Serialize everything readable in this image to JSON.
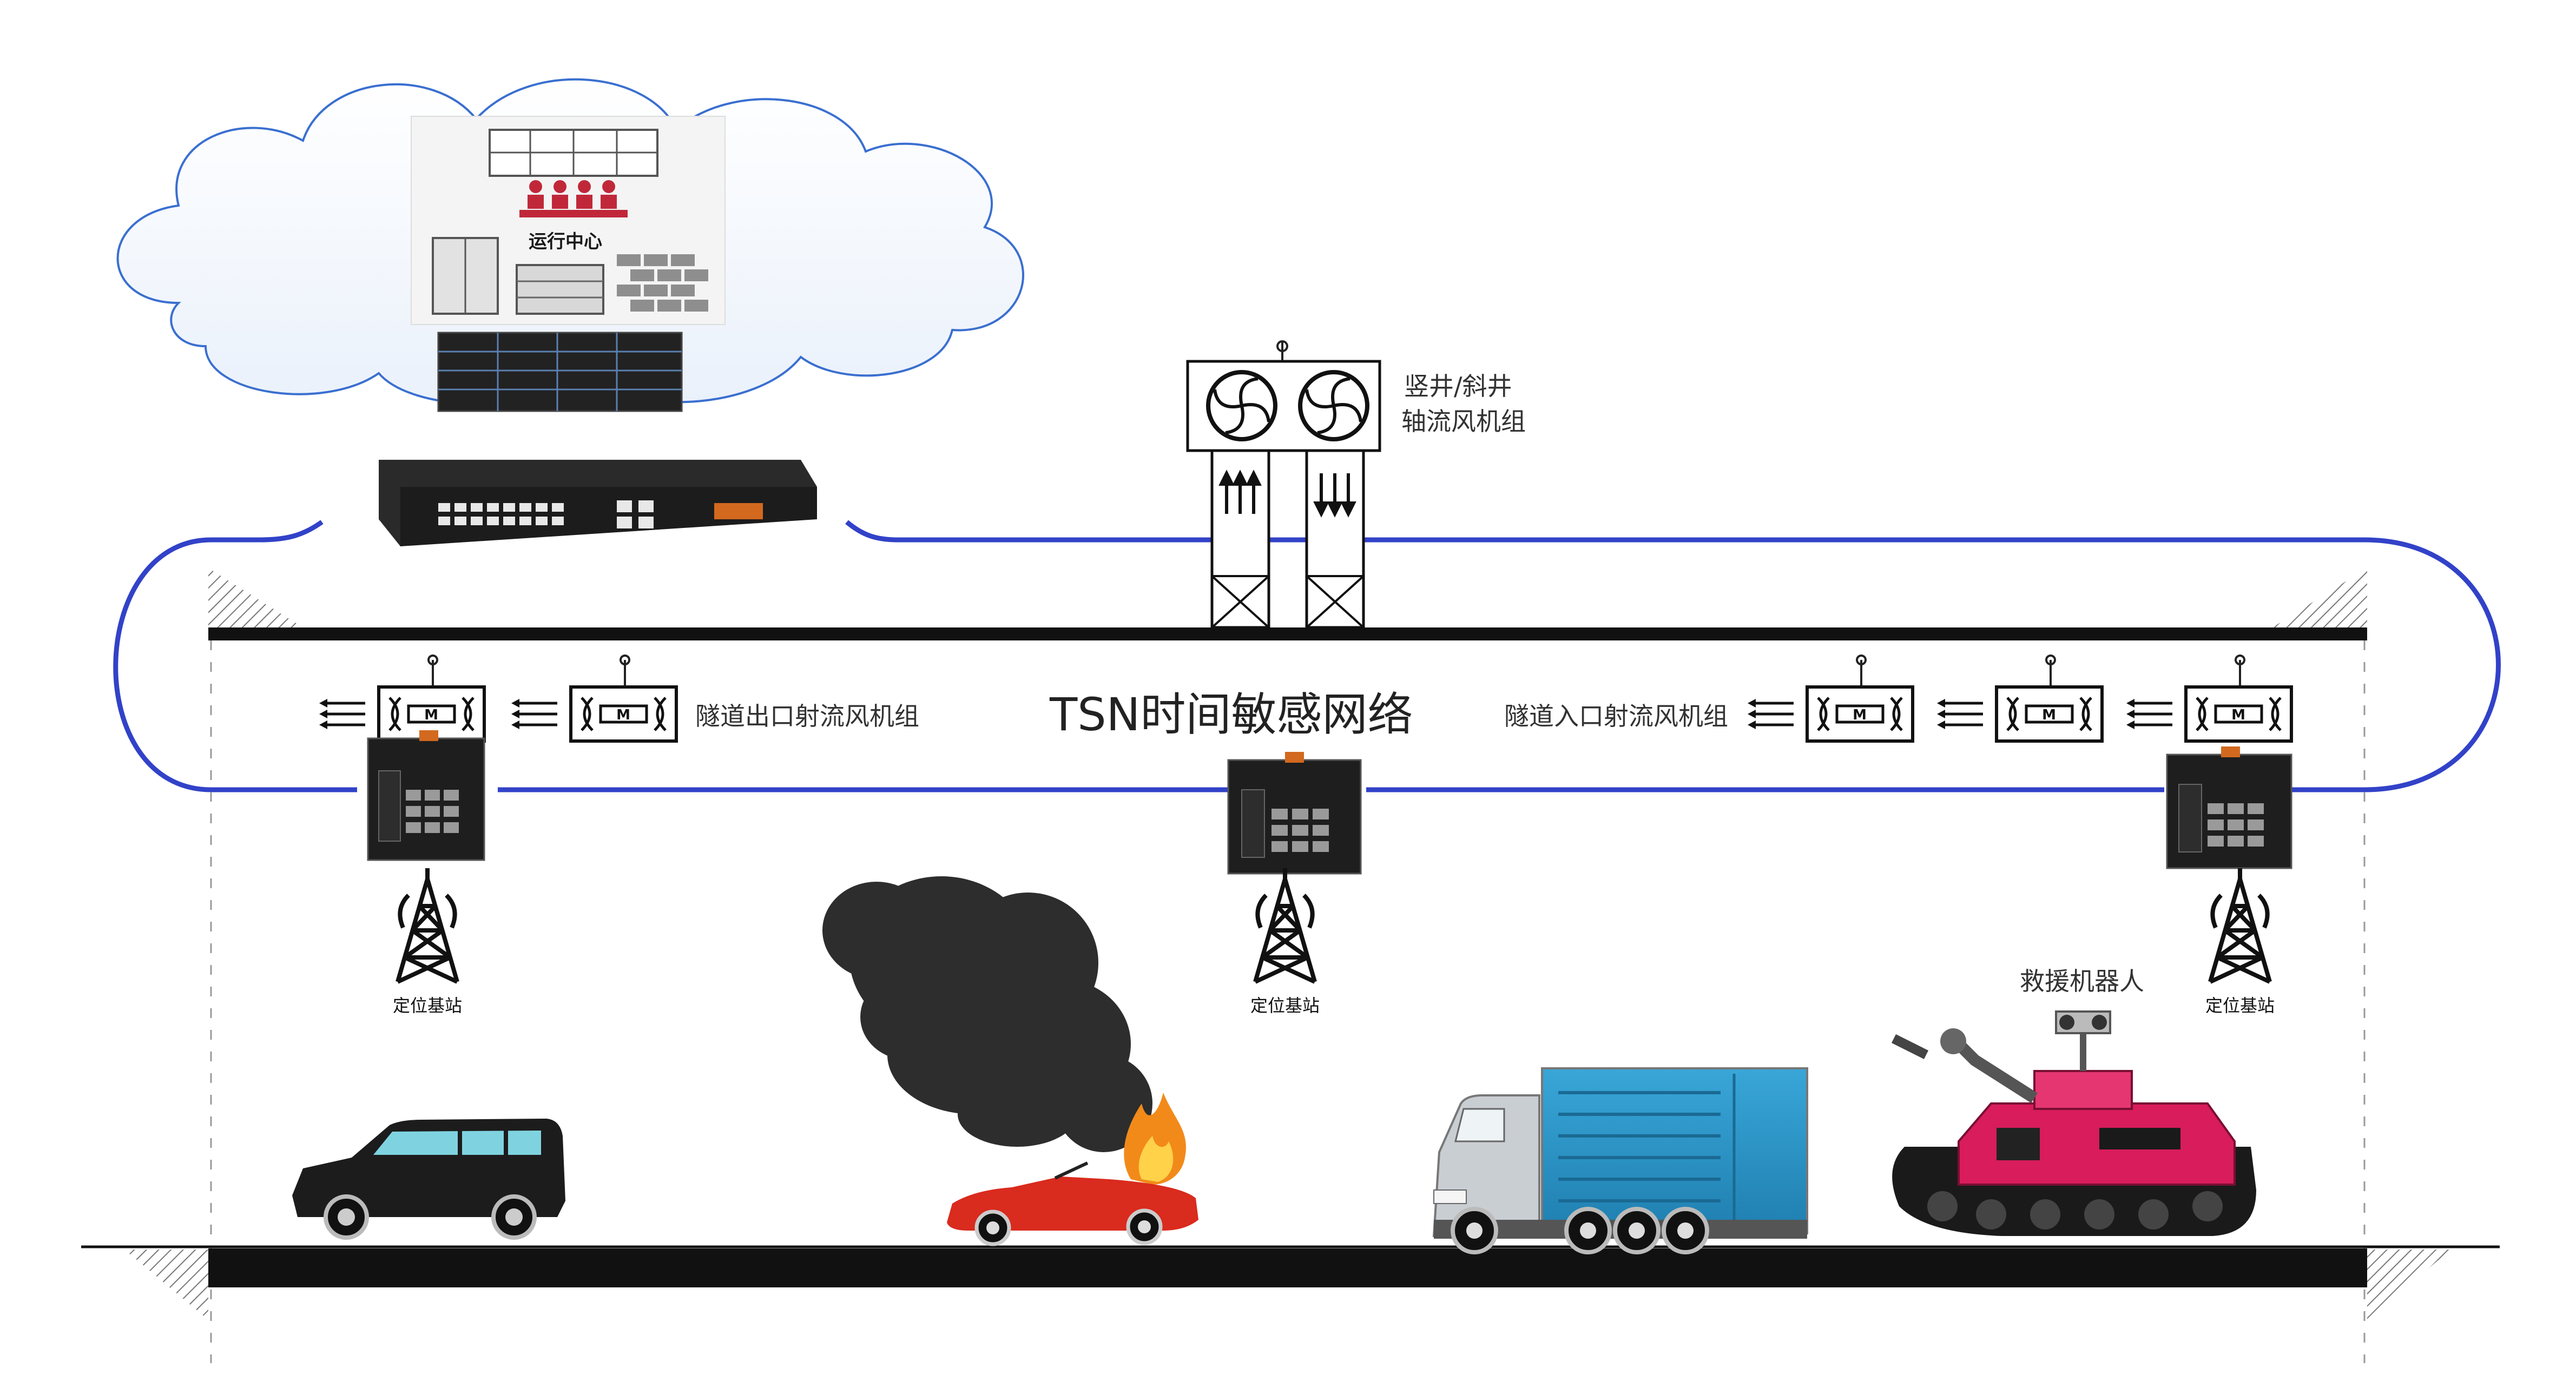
{
  "labels": {
    "network": "TSN时间敏感网络",
    "exit_fans": "隧道出口射流风机组",
    "entry_fans": "隧道入口射流风机组",
    "shaft_fans_line1": "竖井/斜井",
    "shaft_fans_line2": "轴流风机组",
    "base_station": "定位基站",
    "rescue_robot": "救援机器人",
    "ops_center": "运行中心"
  },
  "colors": {
    "network_ring": "#3242c8",
    "tunnel_line": "#111111",
    "car_black": "#1c1c1c",
    "car_red": "#d92b1e",
    "truck_box": "#2b94c9",
    "robot": "#d81c5c",
    "smoke": "#2d2d2d",
    "fire": "#f28a1a"
  },
  "icons": {
    "cloud": "cloud-icon",
    "fan": "jet-fan-icon",
    "switch": "industrial-switch-icon",
    "tower": "radio-tower-icon",
    "axial_fan": "axial-fan-icon"
  }
}
